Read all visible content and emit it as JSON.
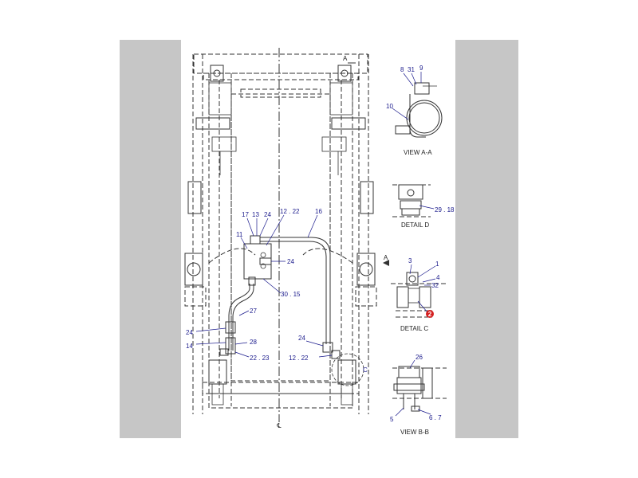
{
  "views": {
    "view_aa": "VIEW A-A",
    "detail_d": "DETAIL D",
    "detail_c": "DETAIL C",
    "view_bb": "VIEW B-B",
    "centerline": "℄"
  },
  "callouts": {
    "main": [
      {
        "id": "m17",
        "text": "17"
      },
      {
        "id": "m13",
        "text": "13"
      },
      {
        "id": "m24a",
        "text": "24"
      },
      {
        "id": "m1222a",
        "text": "12 . 22"
      },
      {
        "id": "m16",
        "text": "16"
      },
      {
        "id": "m11",
        "text": "11"
      },
      {
        "id": "m24b",
        "text": "24"
      },
      {
        "id": "m3015",
        "text": "30 . 15"
      },
      {
        "id": "m27",
        "text": "27"
      },
      {
        "id": "m24c",
        "text": "24"
      },
      {
        "id": "m14",
        "text": "14"
      },
      {
        "id": "m28",
        "text": "28"
      },
      {
        "id": "m2223",
        "text": "22 . 23"
      },
      {
        "id": "m24d",
        "text": "24"
      },
      {
        "id": "m1222b",
        "text": "12 . 22"
      },
      {
        "id": "mC",
        "text": "C"
      }
    ],
    "view_aa": [
      {
        "id": "a8",
        "text": "8"
      },
      {
        "id": "a31",
        "text": "31"
      },
      {
        "id": "a9",
        "text": "9"
      },
      {
        "id": "a10",
        "text": "10"
      }
    ],
    "detail_d": [
      {
        "id": "d2918",
        "text": "29 . 18"
      }
    ],
    "detail_c": [
      {
        "id": "c3",
        "text": "3"
      },
      {
        "id": "c1",
        "text": "1"
      },
      {
        "id": "c4",
        "text": "4"
      },
      {
        "id": "c32",
        "text": "32"
      },
      {
        "id": "c2",
        "text": "2"
      }
    ],
    "view_bb": [
      {
        "id": "b26",
        "text": "26"
      },
      {
        "id": "b5",
        "text": "5"
      },
      {
        "id": "b67",
        "text": "6 . 7"
      }
    ]
  },
  "section_markers": {
    "a_top": "A",
    "a_left": "A"
  },
  "colors": {
    "callout": "#1a1a8c",
    "highlight": "#d42020",
    "frame": "#c6c6c6",
    "line": "#333333"
  }
}
